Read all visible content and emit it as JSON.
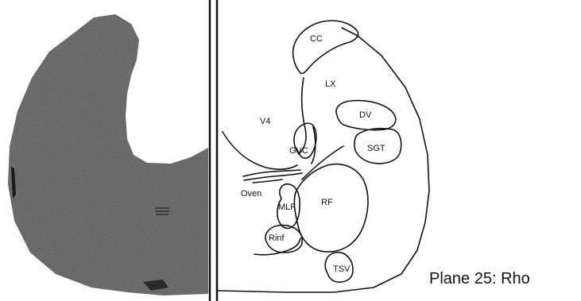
{
  "caption": "Plane 25: Rho",
  "labels": {
    "cc": "CC",
    "lx": "LX",
    "v4": "V4",
    "dv": "DV",
    "sgt": "SGT",
    "gvc": "GVC",
    "oven": "Oven",
    "mlf": "MLF",
    "rf": "RF",
    "rinf": "Rinf",
    "tsv": "TSV"
  },
  "colors": {
    "photo_tissue": "#5a5a5a",
    "ink": "#111111"
  }
}
